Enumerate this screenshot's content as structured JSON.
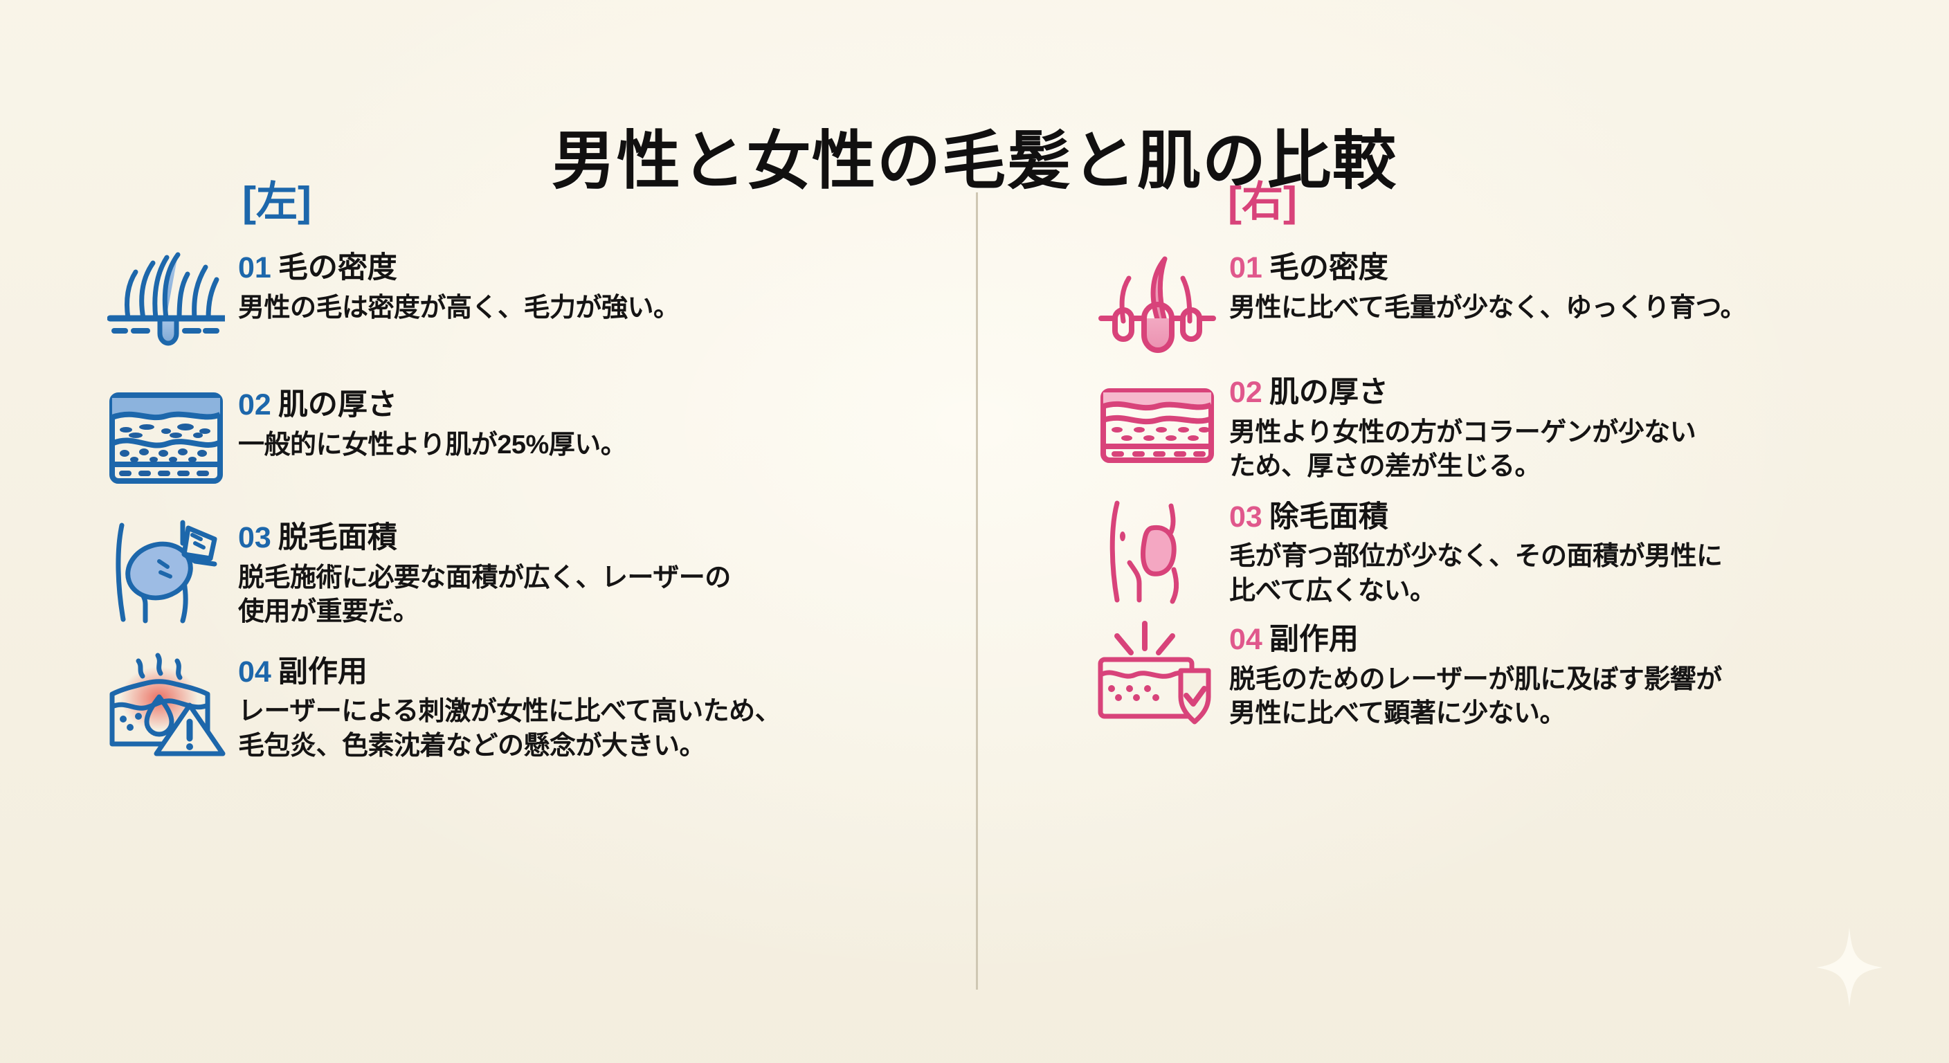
{
  "title": "男性と女性の毛髪と肌の比較",
  "colors": {
    "background": "#f6f1e3",
    "left_accent": "#1d67ab",
    "right_accent": "#d8437a",
    "text": "#141313",
    "divider": "#cfc7b3"
  },
  "left": {
    "header": "[左]",
    "items": [
      {
        "number": "01",
        "heading": "毛の密度",
        "desc": "男性の毛は密度が高く、毛力が強い。",
        "icon": "dense-hair-follicle-icon"
      },
      {
        "number": "02",
        "heading": "肌の厚さ",
        "desc": "一般的に女性より肌が25%厚い。",
        "icon": "thick-skin-layers-icon"
      },
      {
        "number": "03",
        "heading": "脱毛面積",
        "desc": "脱毛施術に必要な面積が広く、レーザーの\n使用が重要だ。",
        "icon": "laser-treatment-area-icon"
      },
      {
        "number": "04",
        "heading": "副作用",
        "desc": "レーザーによる刺激が女性に比べて高いため、\n毛包炎、色素沈着などの懸念が大きい。",
        "icon": "irritated-skin-warning-icon"
      }
    ]
  },
  "right": {
    "header": "[右]",
    "items": [
      {
        "number": "01",
        "heading": "毛の密度",
        "desc": "男性に比べて毛量が少なく、ゆっくり育つ。",
        "icon": "sparse-hair-follicle-icon"
      },
      {
        "number": "02",
        "heading": "肌の厚さ",
        "desc": "男性より女性の方がコラーゲンが少ない\nため、厚さの差が生じる。",
        "icon": "thin-skin-layers-icon"
      },
      {
        "number": "03",
        "heading": "除毛面積",
        "desc": "毛が育つ部位が少なく、その面積が男性に\n比べて広くない。",
        "icon": "small-treatment-area-icon"
      },
      {
        "number": "04",
        "heading": "副作用",
        "desc": "脱毛のためのレーザーが肌に及ぼす影響が\n男性に比べて顕著に少ない。",
        "icon": "protected-skin-shield-icon"
      }
    ]
  },
  "decoration": {
    "sparkle": "sparkle-icon"
  }
}
